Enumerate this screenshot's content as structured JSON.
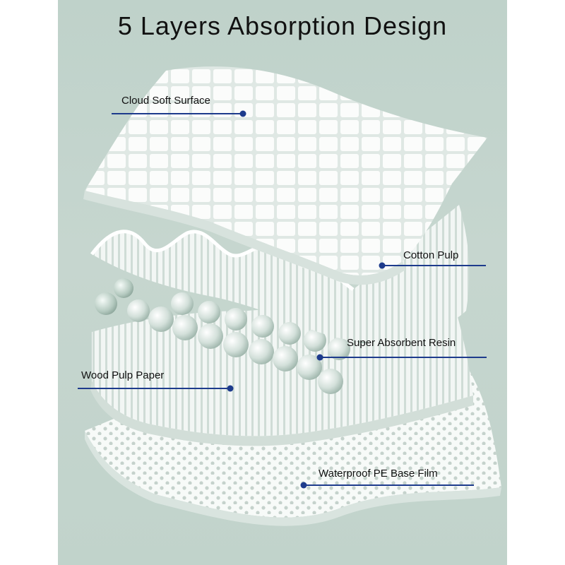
{
  "title": "5 Layers Absorption Design",
  "layers": [
    {
      "label": "Cloud Soft Surface"
    },
    {
      "label": "Cotton Pulp"
    },
    {
      "label": "Super Absorbent Resin"
    },
    {
      "label": "Wood Pulp Paper"
    },
    {
      "label": "Waterproof PE Base Film"
    }
  ],
  "colors": {
    "background": "#c3d4cc",
    "leader": "#1d3b8c",
    "layer": "#f4f7f5"
  }
}
